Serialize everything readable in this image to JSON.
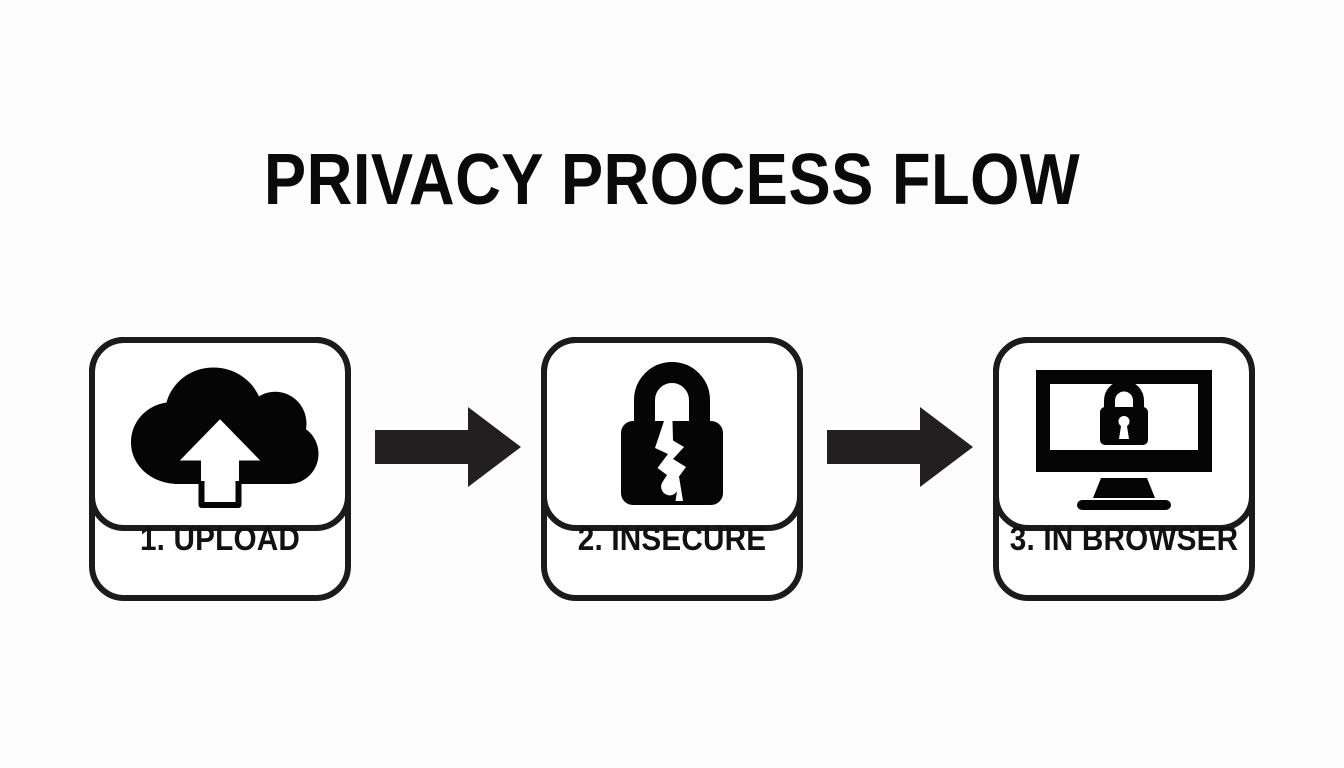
{
  "page": {
    "title": "PRIVACY PROCESS FLOW",
    "background_color": "#fdfdfd",
    "ink_color": "#111111"
  },
  "diagram": {
    "type": "horizontal-process-flow",
    "step_count": 3,
    "connector": "block-arrow-right",
    "steps": [
      {
        "number": "1",
        "label": "1. UPLOAD",
        "icon": "cloud-upload-icon",
        "icon_description": "solid cloud with white upward arrow cut out"
      },
      {
        "number": "2",
        "label": "2. INSECURE",
        "icon": "broken-padlock-icon",
        "icon_description": "padlock with open shackle and jagged crack through the body"
      },
      {
        "number": "3",
        "label": "3. IN BROWSER",
        "icon": "monitor-lock-icon",
        "icon_description": "desktop monitor displaying a padlock"
      }
    ],
    "arrows": [
      {
        "name": "arrow-step-1-to-2",
        "direction": "right"
      },
      {
        "name": "arrow-step-2-to-3",
        "direction": "right"
      }
    ]
  }
}
